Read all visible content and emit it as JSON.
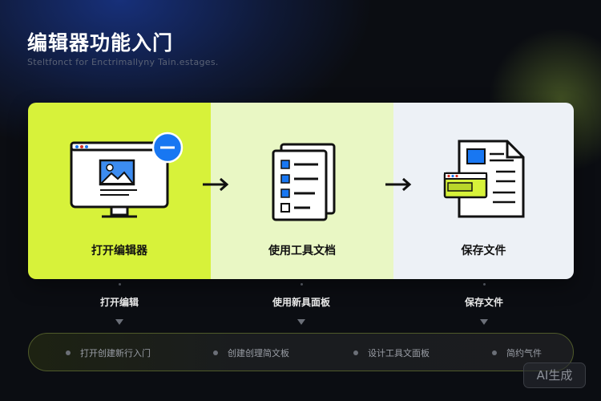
{
  "header": {
    "title": "编辑器功能入门",
    "subtitle": "Steltfonct for Enctrimallyny Tain.estages."
  },
  "steps": [
    {
      "label": "打开编辑器",
      "caption": "打开编辑",
      "icon": "monitor-image-icon"
    },
    {
      "label": "使用工具文档",
      "caption": "使用新具面板",
      "icon": "document-list-icon"
    },
    {
      "label": "保存文件",
      "caption": "保存文件",
      "icon": "document-save-icon"
    }
  ],
  "footer_items": [
    "打开创建新行入门",
    "创建创理简文板",
    "设计工具文面板",
    "简约气件"
  ],
  "badge": "AI生成",
  "colors": {
    "accent": "#d7f23a",
    "blue": "#1877f2",
    "background": "#0b0d12"
  }
}
